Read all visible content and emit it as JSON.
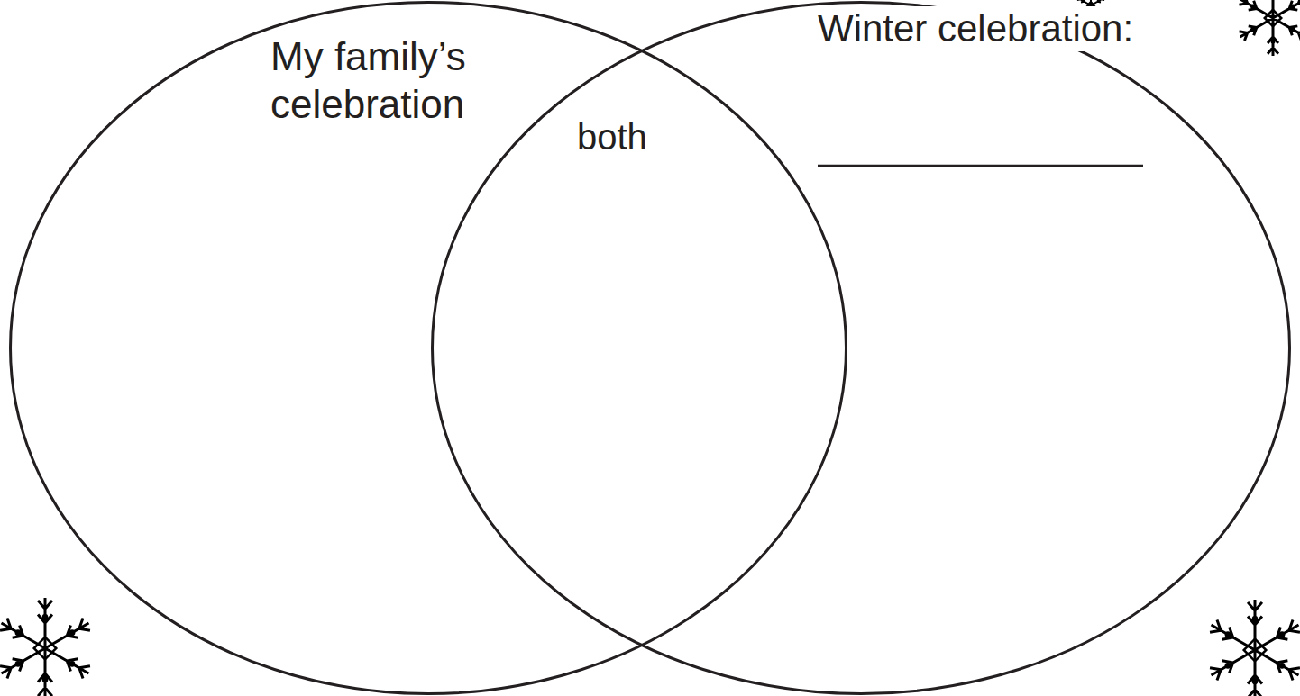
{
  "diagram": {
    "nodes": [
      {
        "text": [
          "My family’s celebration"
        ]
      },
      {
        "text": [
          "Winter celebration:"
        ]
      }
    ],
    "labels": [
      "both"
    ]
  }
}
